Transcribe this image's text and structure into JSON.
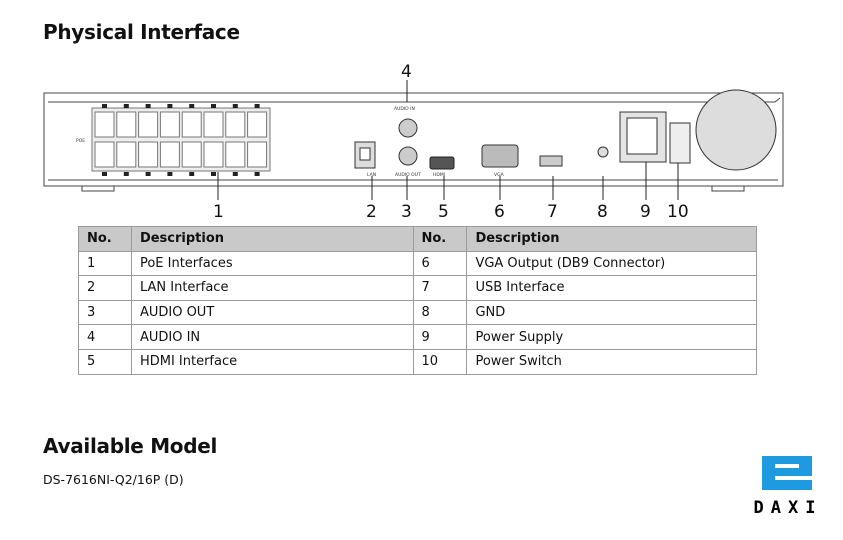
{
  "section1_title": "Physical Interface",
  "device_labels": {
    "poe": "POE",
    "lan": "LAN",
    "audio_in": "AUDIO IN",
    "audio_out": "AUDIO OUT",
    "hdmi": "HDMI",
    "vga": "VGA"
  },
  "callouts": [
    "1",
    "2",
    "3",
    "4",
    "5",
    "6",
    "7",
    "8",
    "9",
    "10"
  ],
  "table": {
    "headers": [
      "No.",
      "Description",
      "No.",
      "Description"
    ],
    "rows": [
      [
        "1",
        "PoE Interfaces",
        "6",
        "VGA Output (DB9 Connector)"
      ],
      [
        "2",
        "LAN Interface",
        "7",
        "USB Interface"
      ],
      [
        "3",
        "AUDIO OUT",
        "8",
        "GND"
      ],
      [
        "4",
        "AUDIO IN",
        "9",
        "Power Supply"
      ],
      [
        "5",
        "HDMI Interface",
        "10",
        "Power Switch"
      ]
    ]
  },
  "section2_title": "Available Model",
  "model": "DS-7616NI-Q2/16P (D)",
  "logo": {
    "text": "DAXI",
    "color": "#1e9be0"
  }
}
